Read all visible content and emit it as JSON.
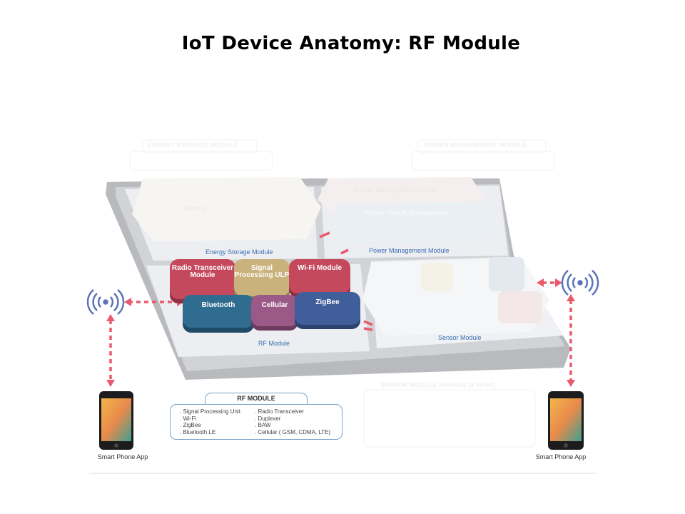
{
  "title": "IoT Device Anatomy: RF Module",
  "diagram": {
    "faded_headers": {
      "energy_storage": "ENERGY STORAGE MODULE",
      "power_management": "POWER MANAGEMENT MODULE",
      "sensor": "SENSOR MODULE (wireless or wired)"
    },
    "faded_blocks": {
      "battery": "Battery",
      "pm_circuit": "Power Management Circuit",
      "pc_management": "Power Circuit Management"
    },
    "module_labels": {
      "energy_storage": "Energy Storage Module",
      "power_management": "Power Management Module",
      "rf": "RF Module",
      "sensor": "Sensor Module"
    },
    "rf_blocks": [
      {
        "label": "Radio Transceiver Module",
        "color": "#c4495c"
      },
      {
        "label": "Signal Processing ULP",
        "color": "#c9b27c"
      },
      {
        "label": "Wi-Fi Module",
        "color": "#c4495c"
      },
      {
        "label": "Bluetooth",
        "color": "#2f6c8f"
      },
      {
        "label": "Cellular",
        "color": "#9a5986"
      },
      {
        "label": "ZigBee",
        "color": "#405e9a"
      }
    ],
    "rf_module_box": {
      "title": "RF MODULE",
      "left": [
        ". Signal Processing Unit",
        ". Wi-Fi",
        ". ZigBee",
        ". Bluetooth LE"
      ],
      "right": [
        ". Radio Transceiver",
        ". Duplexer",
        ". BAW",
        ". Cellular ( GSM, CDMA, LTE)"
      ]
    },
    "phones": {
      "left_caption": "Smart Phone App",
      "right_caption": "Smart Phone App"
    },
    "arrow_color": "#e95b6c",
    "wireless_color": "#5b73b8"
  }
}
